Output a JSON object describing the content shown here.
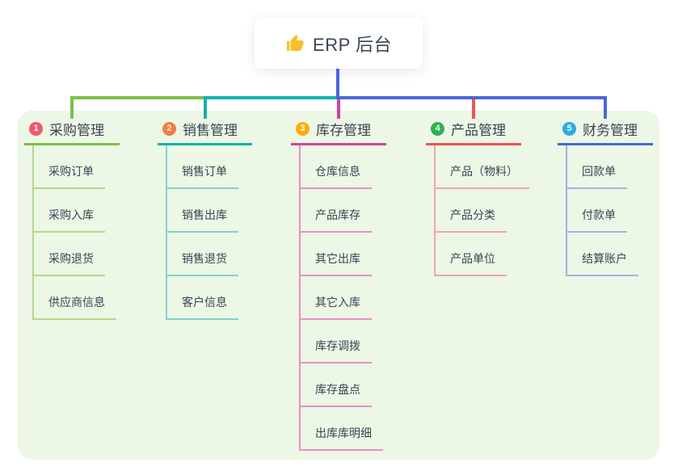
{
  "root": {
    "label": "ERP 后台",
    "icon": "thumbs-up"
  },
  "colors": {
    "page_background": "#ffffff",
    "panel_background": "#ecf7e5",
    "root_connector": "#4a67d9",
    "text": "#3a4454",
    "thumb_icon": "#f6c02d"
  },
  "branches": [
    {
      "badge": "1",
      "badge_color": "#f4566d",
      "label": "采购管理",
      "line_color": "#7cbf4b",
      "sub_line_color": "#b2d98d",
      "items": [
        "采购订单",
        "采购入库",
        "采购退货",
        "供应商信息"
      ]
    },
    {
      "badge": "2",
      "badge_color": "#f67c3f",
      "label": "销售管理",
      "line_color": "#14b2ab",
      "sub_line_color": "#82d4ce",
      "items": [
        "销售订单",
        "销售出库",
        "销售退货",
        "客户信息"
      ]
    },
    {
      "badge": "3",
      "badge_color": "#ffaa0e",
      "label": "库存管理",
      "line_color": "#d1439c",
      "sub_line_color": "#e98fc5",
      "items": [
        "仓库信息",
        "产品库存",
        "其它出库",
        "其它入库",
        "库存调拨",
        "库存盘点",
        "出库库明细"
      ]
    },
    {
      "badge": "4",
      "badge_color": "#2eb150",
      "label": "产品管理",
      "line_color": "#f05355",
      "sub_line_color": "#f6a4a4",
      "items": [
        "产品（物料）",
        "产品分类",
        "产品单位"
      ]
    },
    {
      "badge": "5",
      "badge_color": "#2fa8e8",
      "label": "财务管理",
      "line_color": "#4a67d9",
      "sub_line_color": "#a1b2e9",
      "items": [
        "回款单",
        "付款单",
        "结算账户"
      ]
    }
  ]
}
